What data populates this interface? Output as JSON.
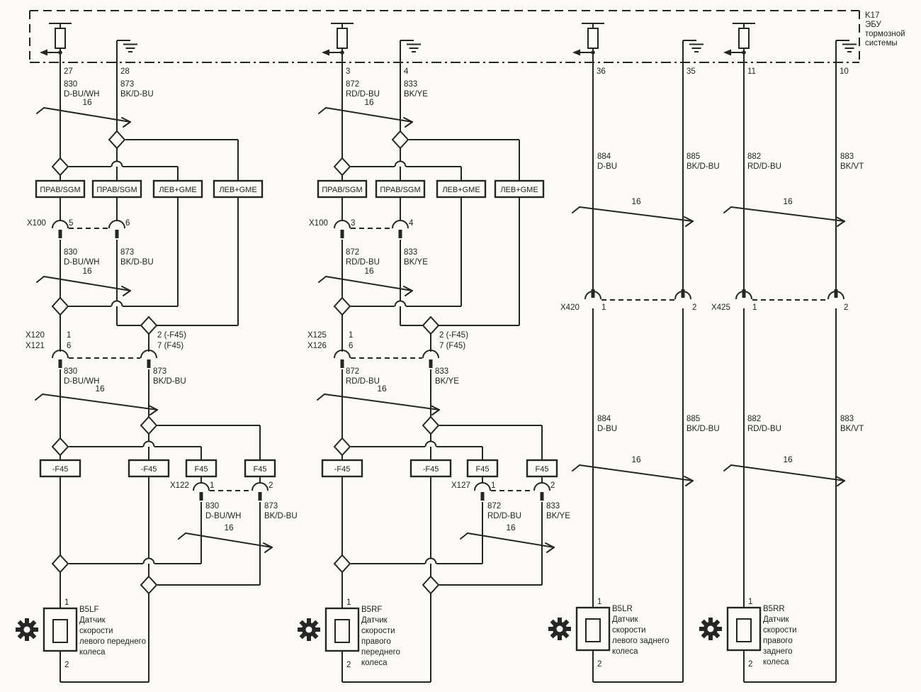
{
  "ecu": {
    "id": "K17",
    "line1": "ЭБУ",
    "line2": "тормозной",
    "line3": "системы"
  },
  "ecu_pins": {
    "p27": "27",
    "p28": "28",
    "p3": "3",
    "p4": "4",
    "p36": "36",
    "p35": "35",
    "p11": "11",
    "p10": "10"
  },
  "wires": {
    "w830": {
      "num": "830",
      "color": "D-BU/WH"
    },
    "w873": {
      "num": "873",
      "color": "BK/D-BU"
    },
    "w872": {
      "num": "872",
      "color": "RD/D-BU"
    },
    "w833": {
      "num": "833",
      "color": "BK/YE"
    },
    "w884": {
      "num": "884",
      "color": "D-BU"
    },
    "w885": {
      "num": "885",
      "color": "BK/D-BU"
    },
    "w882": {
      "num": "882",
      "color": "RD/D-BU"
    },
    "w883": {
      "num": "883",
      "color": "BK/VT"
    }
  },
  "gauge": "16",
  "boxes": {
    "right_sgm": "ПРАВ/SGM",
    "left_gme": "ЛЕВ+GME",
    "f45_minus": "-F45",
    "f45": "F45"
  },
  "connectors": {
    "x100": "X100",
    "x120": "X120",
    "x121": "X121",
    "x122": "X122",
    "x125": "X125",
    "x126": "X126",
    "x127": "X127",
    "x420": "X420",
    "x425": "X425",
    "pin1": "1",
    "pin2": "2",
    "pin3": "3",
    "pin4": "4",
    "pin5": "5",
    "pin6": "6",
    "pin2_f45": "2 (-F45)",
    "pin7_f45": "7 (F45)"
  },
  "sensors": {
    "b5lf": {
      "id": "B5LF",
      "lines": [
        "Датчик",
        "скорости",
        "левого переднего",
        "колеса"
      ],
      "pin_top": "1",
      "pin_bottom": "2"
    },
    "b5rf": {
      "id": "B5RF",
      "lines": [
        "Датчик",
        "скорости",
        "правого",
        "переднего",
        "колеса"
      ],
      "pin_top": "1",
      "pin_bottom": "2"
    },
    "b5lr": {
      "id": "B5LR",
      "lines": [
        "Датчик",
        "скорости",
        "левого заднего",
        "колеса"
      ],
      "pin_top": "1",
      "pin_bottom": "2"
    },
    "b5rr": {
      "id": "B5RR",
      "lines": [
        "Датчик",
        "скорости",
        "правого",
        "заднего",
        "колеса"
      ],
      "pin_top": "1",
      "pin_bottom": "2"
    }
  },
  "colors": {
    "ink": "#262626",
    "bg": "#fbfaf7"
  }
}
